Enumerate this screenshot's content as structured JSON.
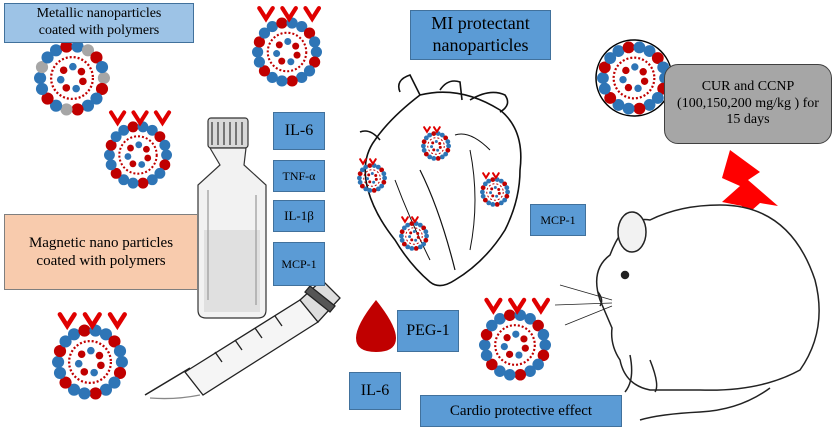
{
  "labels": {
    "metallic": "Metallic nanoparticles coated with polymers",
    "mi_protectant": "MI protectant nanoparticles",
    "cur_ccnp": "CUR and CCNP (100,150,200 mg/kg ) for 15 days",
    "magnetic": "Magnetic nano particles coated with polymers",
    "il6_top": "IL-6",
    "tnf": "TNF-α",
    "il1b": "IL-1β",
    "mcp1_left": "MCP-1",
    "mcp1_right": "MCP-1",
    "peg1": "PEG-1",
    "il6_bottom": "IL-6",
    "cardio": "Cardio protective effect"
  },
  "colors": {
    "box_blue": "#5b9bd5",
    "box_light_blue": "#9dc3e6",
    "box_peach": "#f8cbad",
    "box_grey": "#a6a6a6",
    "particle_blue": "#2e75b6",
    "particle_red": "#c00000",
    "antibody_red": "#e00000",
    "blood_drop": "#c00000",
    "lightning": "#ff0000"
  },
  "icons": [
    "nanoparticle-icon",
    "antibody-icon",
    "vial-icon",
    "syringe-icon",
    "heart-icon",
    "blood-drop-icon",
    "lightning-icon",
    "mouse-icon"
  ]
}
